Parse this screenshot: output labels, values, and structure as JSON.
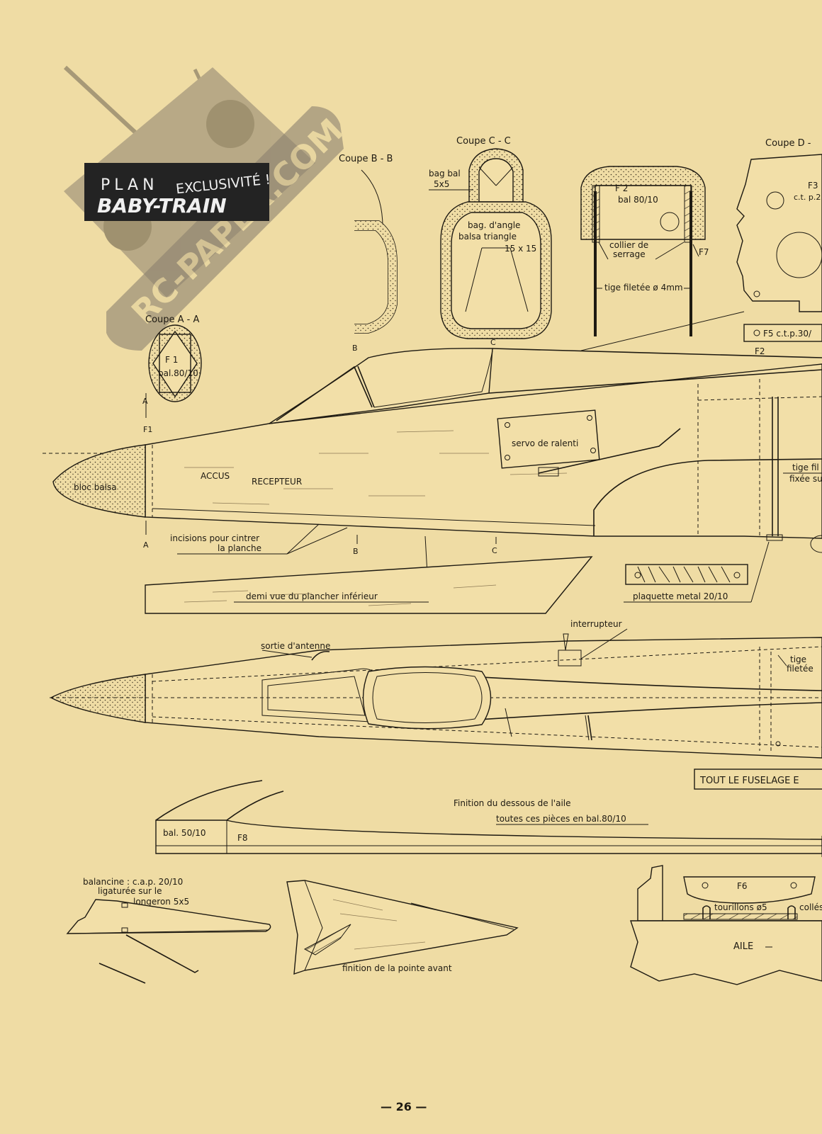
{
  "badge": {
    "plan": "PLAN",
    "exclusive": "EXCLUSIVITÉ !",
    "name": "BABY-TRAIN"
  },
  "watermark": "RC-PAPER.COM",
  "sections": {
    "aa": "Coupe A - A",
    "bb": "Coupe B - B",
    "cc": "Coupe C - C",
    "dd": "Coupe D -"
  },
  "labels": {
    "f1": "F 1",
    "f1_mat": "bal.80/10",
    "bag_bal": "bag bal",
    "bag_bal_size": "5x5",
    "bag_angle_1": "bag. d'angle",
    "bag_angle_2": "balsa triangle",
    "bag_angle_3": "15 x 15",
    "f2_sec": "F 2",
    "f2_mat": "bal 80/10",
    "collier_1": "collier de",
    "collier_2": "serrage",
    "f7": "F7",
    "tige_filetee": "tige filetée ø 4mm",
    "f3": "F3",
    "f3_mat": "c.t. p.2",
    "f5": "F5 c.t.p.30/",
    "f2_side": "F2",
    "marker_a": "A",
    "marker_b": "B",
    "marker_c": "C",
    "marker_f1": "F1",
    "servo": "servo de ralenti",
    "bloc_balsa": "bloc balsa",
    "accus": "ACCUS",
    "recepteur": "RECEPTEUR",
    "tige_fix_1": "tige fil",
    "tige_fix_2": "fixée su",
    "incisions_1": "incisions pour cintrer",
    "incisions_2": "la planche",
    "demi_vue": "demi vue du plancher inférieur",
    "plaquette": "plaquette metal 20/10",
    "interrupteur": "interrupteur",
    "sortie_antenne": "sortie d'antenne",
    "tige_top_1": "tige",
    "tige_top_2": "filetée",
    "tout_fuselage": "TOUT LE FUSELAGE E",
    "finition_aile": "Finition du dessous de l'aile",
    "toutes_pieces": "toutes ces pièces en bal.80/10",
    "bal_50": "bal. 50/10",
    "f8": "F8",
    "balancine_1": "balancine : c.a.p. 20/10",
    "balancine_2": "ligaturée sur le",
    "balancine_3": "longeron 5x5",
    "finition_pointe": "finition de la pointe avant",
    "f6": "F6",
    "tourillons": "tourillons ø5",
    "colles": "collés",
    "aile": "AILE"
  },
  "page_number": "— 26 —"
}
